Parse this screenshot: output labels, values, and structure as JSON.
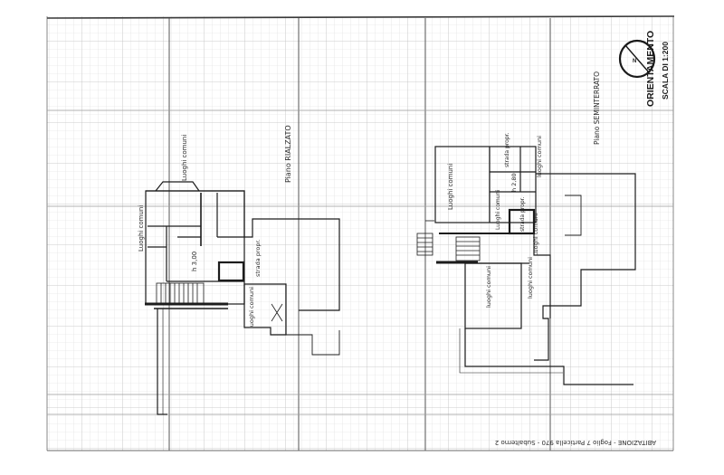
{
  "document": {
    "type": "cadastral floor plan",
    "colors": {
      "paper": "#ffffff",
      "grid": "#d4d4d4",
      "major_grid": "#bcbcbc",
      "ink": "#1c1c1c"
    },
    "header": {
      "orientation_label": "ORIENTAMENTO",
      "scale_label": "SCALA DI 1:200"
    },
    "footer": {
      "caption": "ABITAZIONE - Foglio 7 Particella 970 - Subalterno 2"
    },
    "floors": [
      {
        "id": "left-plan",
        "level_label": "Piano RIALZATO",
        "rooms": [
          {
            "label": "Luoghi comuni",
            "kind": "common"
          },
          {
            "label": "Luoghi comuni",
            "kind": "common"
          },
          {
            "label": "h 3,00",
            "kind": "height"
          },
          {
            "label": "strada propr.",
            "kind": "owned"
          },
          {
            "label": "luoghi comuni",
            "kind": "common"
          }
        ]
      },
      {
        "id": "right-plan",
        "level_label": "Piano SEMINTERRATO",
        "rooms": [
          {
            "label": "Luoghi comuni",
            "kind": "common"
          },
          {
            "label": "strada propr.",
            "kind": "owned"
          },
          {
            "label": "h 2,80",
            "kind": "height"
          },
          {
            "label": "luoghi comuni",
            "kind": "common"
          },
          {
            "label": "Luoghi comuni",
            "kind": "common"
          },
          {
            "label": "strada propr.",
            "kind": "owned"
          },
          {
            "label": "Luoghi comuni",
            "kind": "common"
          },
          {
            "label": "luoghi comuni",
            "kind": "common"
          },
          {
            "label": "luoghi comuni",
            "kind": "common"
          }
        ]
      }
    ]
  }
}
